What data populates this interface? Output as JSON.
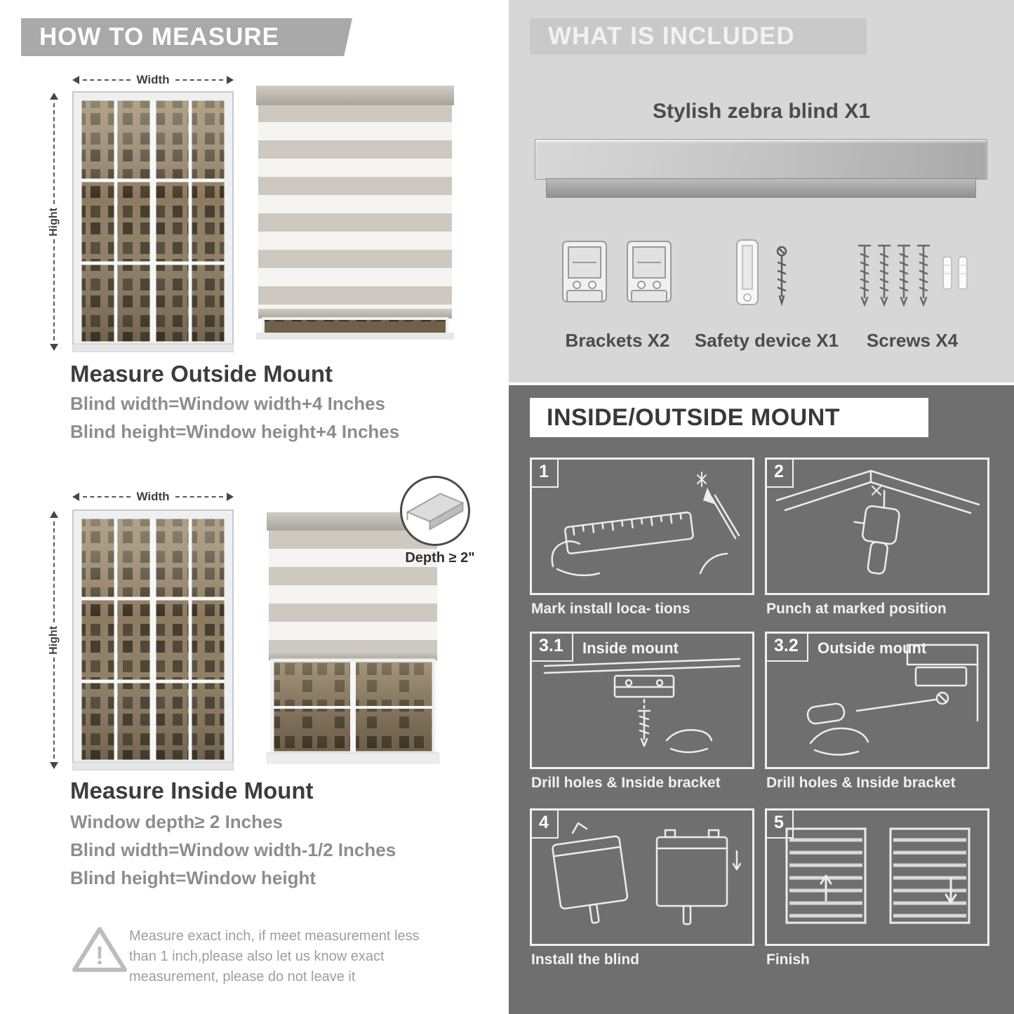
{
  "left": {
    "header": "HOW TO MEASURE",
    "diagram_labels": {
      "width": "Width",
      "height": "Hight",
      "depth": "Depth ≥ 2\""
    },
    "outside": {
      "title": "Measure Outside Mount",
      "lines": [
        "Blind width=Window width+4 Inches",
        "Blind height=Window height+4 Inches"
      ]
    },
    "inside": {
      "title": "Measure Inside Mount",
      "lines": [
        "Window depth≥ 2 Inches",
        "Blind width=Window width-1/2 Inches",
        "Blind height=Window height"
      ]
    },
    "warning_text": "Measure exact inch, if meet measurement less than 1 inch,please also let us know exact measurement, please do not leave it"
  },
  "right": {
    "included": {
      "header": "WHAT IS INCLUDED",
      "product_label": "Stylish zebra blind X1",
      "items": [
        "Brackets X2",
        "Safety device X1",
        "Screws X4"
      ]
    },
    "mount": {
      "header": "INSIDE/OUTSIDE MOUNT",
      "steps": [
        {
          "num": "1",
          "title": "",
          "caption": "Mark install loca- tions"
        },
        {
          "num": "2",
          "title": "",
          "caption": "Punch at marked position"
        },
        {
          "num": "3.1",
          "title": "Inside mount",
          "caption": "Drill holes & Inside bracket"
        },
        {
          "num": "3.2",
          "title": "Outside mount",
          "caption": "Drill holes & Inside bracket"
        },
        {
          "num": "4",
          "title": "",
          "caption": "Install the blind"
        },
        {
          "num": "5",
          "title": "",
          "caption": "Finish"
        }
      ]
    }
  }
}
